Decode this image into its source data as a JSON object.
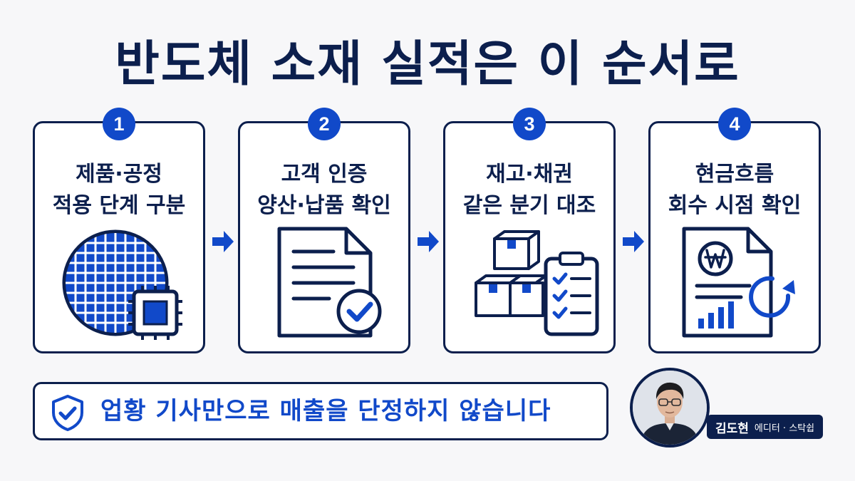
{
  "title": "반도체 소재 실적은 이 순서로",
  "steps": [
    {
      "number": "1",
      "line1": "제품·공정",
      "line2": "적용 단계 구분",
      "icon": "wafer-chip-icon"
    },
    {
      "number": "2",
      "line1": "고객 인증",
      "line2": "양산·납품 확인",
      "icon": "document-check-icon"
    },
    {
      "number": "3",
      "line1": "재고·채권",
      "line2": "같은 분기 대조",
      "icon": "boxes-checklist-icon"
    },
    {
      "number": "4",
      "line1": "현금흐름",
      "line2": "회수 시점 확인",
      "icon": "won-report-cycle-icon"
    }
  ],
  "banner": {
    "text": "업황 기사만으로 매출을 단정하지 않습니다",
    "icon": "shield-check-icon"
  },
  "author": {
    "name": "김도현",
    "role": "에디터 · 스탁쉽"
  },
  "colors": {
    "navy": "#0c1f4d",
    "accent": "#1149c9",
    "background": "#f7f7f9"
  }
}
